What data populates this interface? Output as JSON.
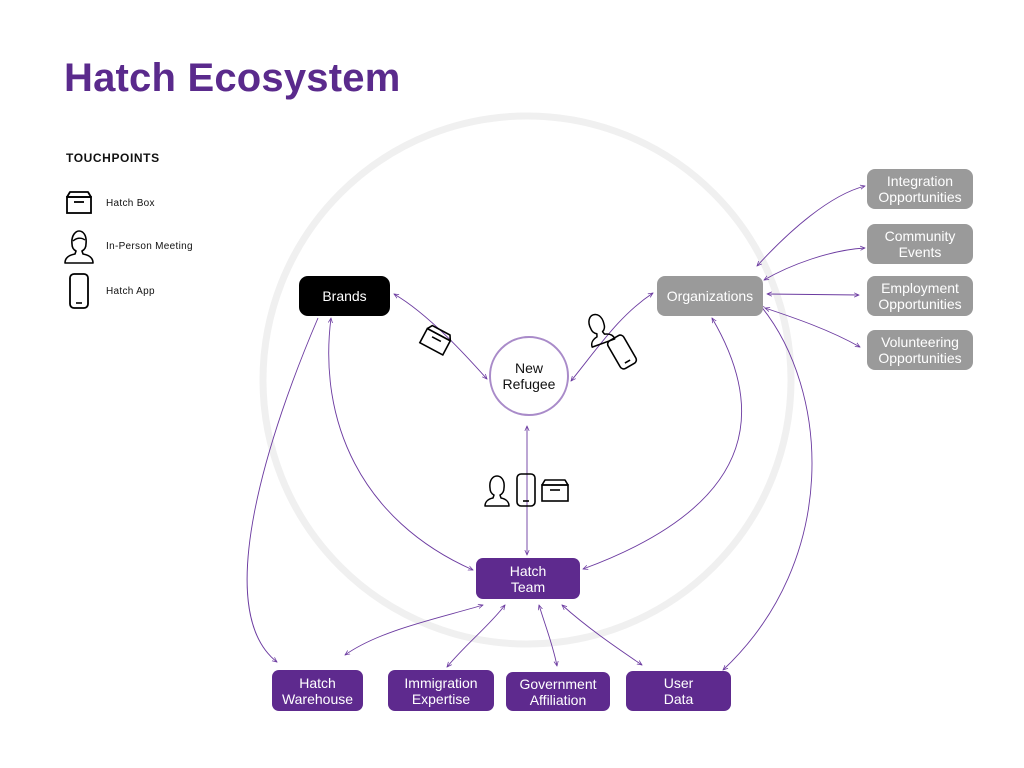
{
  "title": "Hatch Ecosystem",
  "legend": {
    "heading": "TOUCHPOINTS",
    "items": [
      {
        "icon": "box-icon",
        "label": "Hatch Box"
      },
      {
        "icon": "person-icon",
        "label": "In-Person Meeting"
      },
      {
        "icon": "phone-icon",
        "label": "Hatch App"
      }
    ]
  },
  "nodes": {
    "brands": {
      "line1": "Brands"
    },
    "new_refugee": {
      "line1": "New",
      "line2": "Refugee"
    },
    "organizations": {
      "line1": "Organizations"
    },
    "integration": {
      "line1": "Integration",
      "line2": "Opportunities"
    },
    "community": {
      "line1": "Community",
      "line2": "Events"
    },
    "employment": {
      "line1": "Employment",
      "line2": "Opportunities"
    },
    "volunteering": {
      "line1": "Volunteering",
      "line2": "Opportunities"
    },
    "hatch_team": {
      "line1": "Hatch",
      "line2": "Team"
    },
    "warehouse": {
      "line1": "Hatch",
      "line2": "Warehouse"
    },
    "immigration": {
      "line1": "Immigration",
      "line2": "Expertise"
    },
    "government": {
      "line1": "Government",
      "line2": "Affiliation"
    },
    "user_data": {
      "line1": "User",
      "line2": "Data"
    }
  },
  "colors": {
    "title": "#5a2a8c",
    "arrow": "#6b3aa0",
    "team_purple": "#5e2a8e",
    "org_gray": "#9a9a9a",
    "brand_black": "#000000",
    "ring": "#f0f0f0"
  }
}
